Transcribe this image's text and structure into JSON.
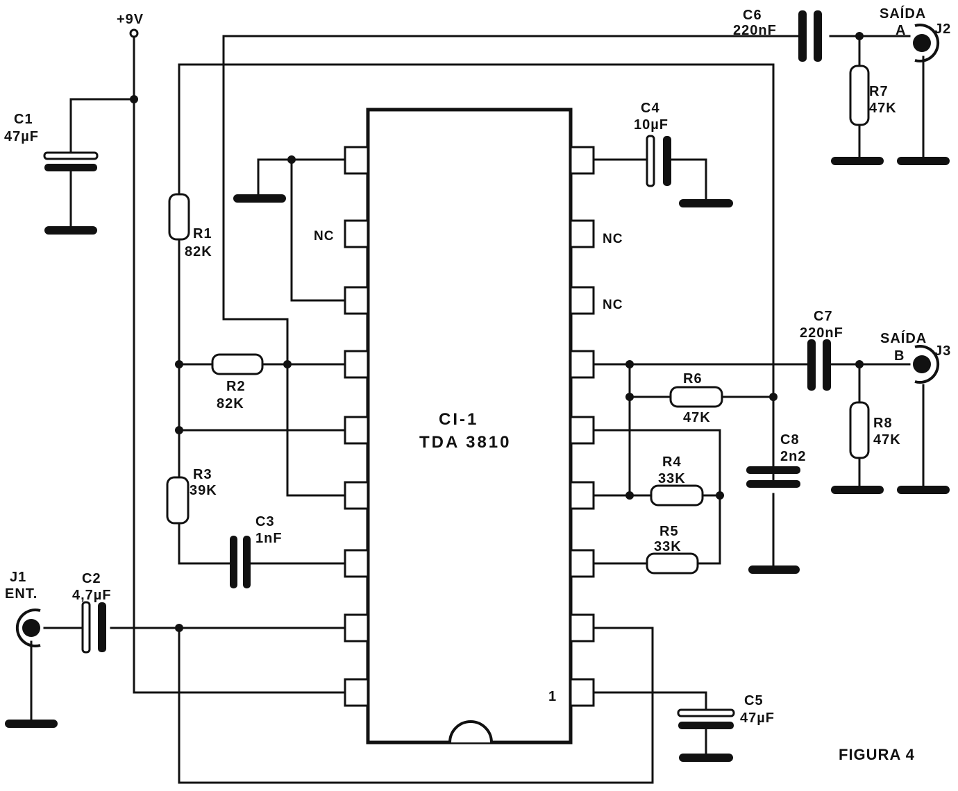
{
  "figure": {
    "caption": "FIGURA 4",
    "supply": "+9V"
  },
  "ic": {
    "ref": "CI-1",
    "part": "TDA 3810",
    "pin1_marker": "1",
    "nc_label": "NC"
  },
  "components": {
    "C1": {
      "ref": "C1",
      "value": "47µF"
    },
    "C2": {
      "ref": "C2",
      "value": "4,7µF"
    },
    "C3": {
      "ref": "C3",
      "value": "1nF"
    },
    "C4": {
      "ref": "C4",
      "value": "10µF"
    },
    "C5": {
      "ref": "C5",
      "value": "47µF"
    },
    "C6": {
      "ref": "C6",
      "value": "220nF"
    },
    "C7": {
      "ref": "C7",
      "value": "220nF"
    },
    "C8": {
      "ref": "C8",
      "value": "2n2"
    },
    "R1": {
      "ref": "R1",
      "value": "82K"
    },
    "R2": {
      "ref": "R2",
      "value": "82K"
    },
    "R3": {
      "ref": "R3",
      "value": "39K"
    },
    "R4": {
      "ref": "R4",
      "value": "33K"
    },
    "R5": {
      "ref": "R5",
      "value": "33K"
    },
    "R6": {
      "ref": "R6",
      "value": "47K"
    },
    "R7": {
      "ref": "R7",
      "value": "47K"
    },
    "R8": {
      "ref": "R8",
      "value": "47K"
    }
  },
  "jacks": {
    "J1": {
      "ref": "J1",
      "label": "ENT."
    },
    "J2": {
      "ref": "J2",
      "label_top": "SAÍDA",
      "label_bottom": "A"
    },
    "J3": {
      "ref": "J3",
      "label_top": "SAÍDA",
      "label_bottom": "B"
    }
  }
}
